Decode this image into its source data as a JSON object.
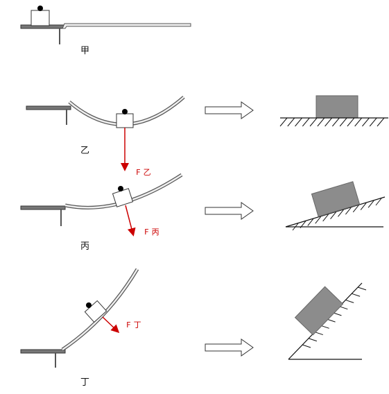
{
  "colors": {
    "force": "#cc0000",
    "block_model": "#8c8c8c",
    "track": "#555555",
    "ink": "#111111"
  },
  "panels": [
    {
      "label": "甲"
    },
    {
      "label": "乙",
      "force_label": "F乙"
    },
    {
      "label": "丙",
      "force_label": "F丙"
    },
    {
      "label": "丁",
      "force_label": "F丁"
    }
  ]
}
